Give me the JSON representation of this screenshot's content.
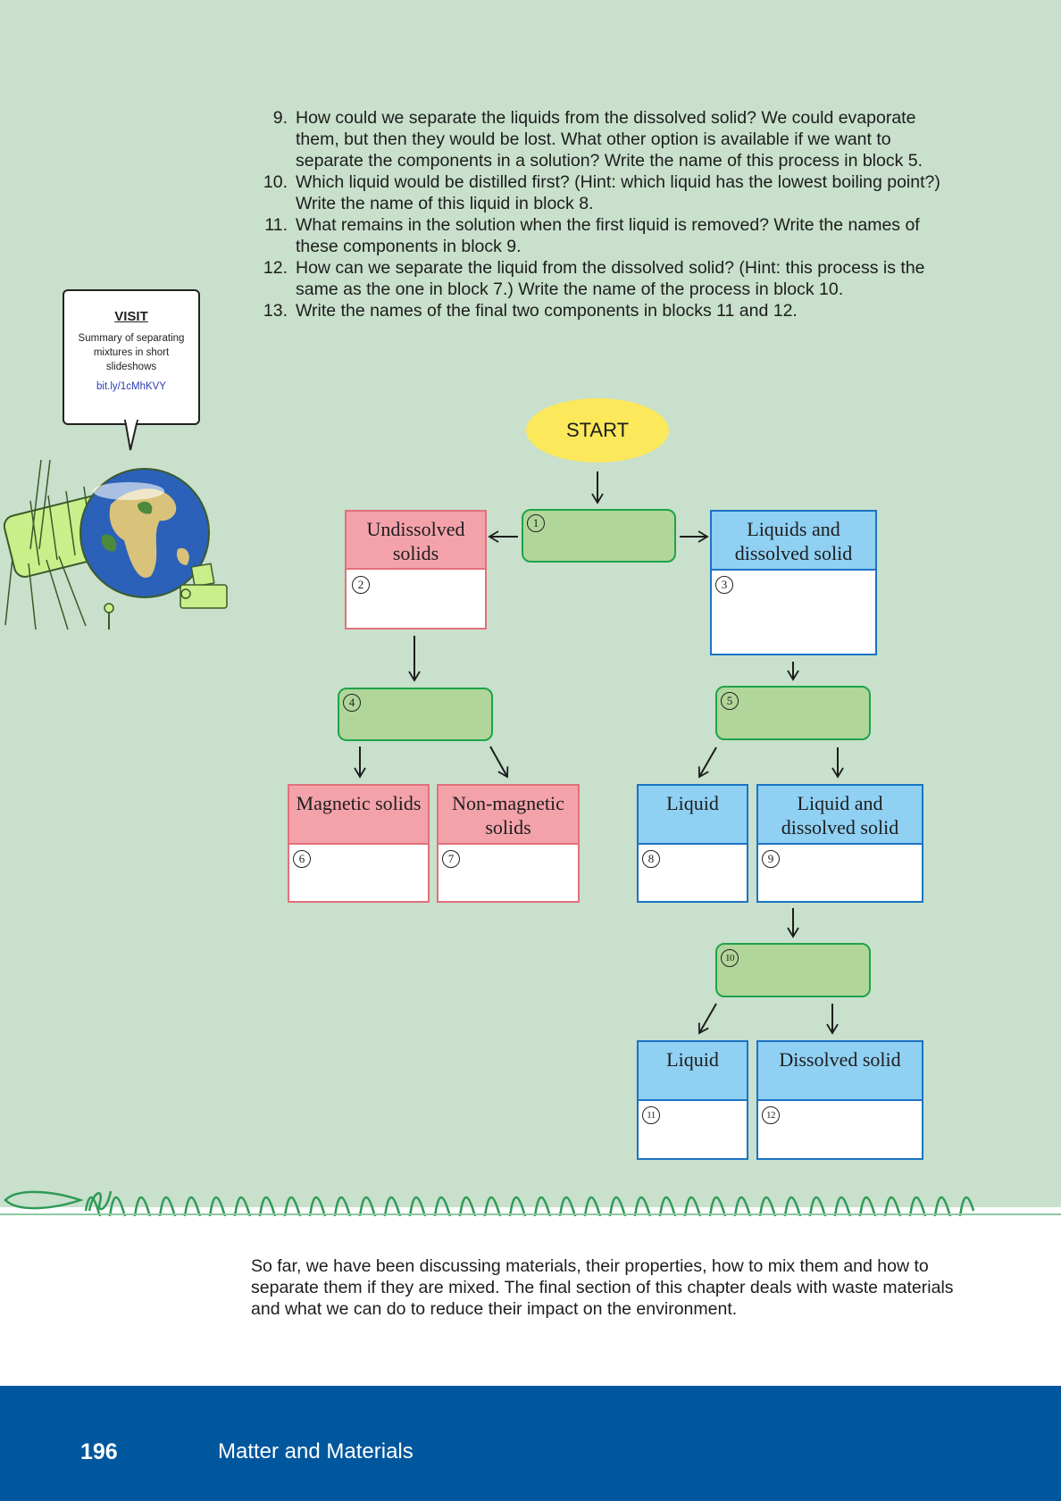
{
  "questions": [
    {
      "num": "9.",
      "text": "How could we separate the liquids from the dissolved solid? We could evaporate them, but then they would be lost. What other option is available if we want to separate the components in a solution? Write the name of this process in block 5."
    },
    {
      "num": "10.",
      "text": "Which liquid would be distilled first? (Hint: which liquid has the lowest boiling point?) Write the name of this liquid in block 8."
    },
    {
      "num": "11.",
      "text": "What remains in the solution when the first liquid is removed? Write the names of these components in block 9."
    },
    {
      "num": "12.",
      "text": "How can we separate the liquid from the dissolved solid? (Hint: this process is the same as the one in block 7.) Write the name of the process in block 10."
    },
    {
      "num": "13.",
      "text": "Write the names of the final two components in blocks 11 and 12."
    }
  ],
  "visit": {
    "title": "VISIT",
    "description": "Summary of separating mixtures in short slideshows",
    "link": "bit.ly/1cMhKVY"
  },
  "flowchart": {
    "start": "START",
    "undissolved": "Undissolved solids",
    "liquids_dissolved": "Liquids and dissolved solid",
    "magnetic": "Magnetic solids",
    "non_magnetic": "Non-magnetic solids",
    "liquid_a": "Liquid",
    "liquid_dissolved": "Liquid and dissolved solid",
    "liquid_b": "Liquid",
    "dissolved_solid": "Dissolved solid",
    "numbers": [
      "1",
      "2",
      "3",
      "4",
      "5",
      "6",
      "7",
      "8",
      "9",
      "10",
      "11",
      "12"
    ]
  },
  "colors": {
    "page_green": "#c8e0cc",
    "process_fill": "#b1d69a",
    "process_border": "#1ea34a",
    "red_head": "#f4a2aa",
    "red_border": "#e2707c",
    "blue_head": "#8fd0f3",
    "blue_border": "#1a73c4",
    "start_fill": "#fbe85b",
    "footer_blue": "#00579e"
  },
  "closing_text": "So far, we have been discussing materials, their properties, how to mix them and how to separate them if they are mixed. The final section of this chapter deals with waste materials and what we can do to reduce their impact on the environment.",
  "footer": {
    "page_number": "196",
    "chapter": "Matter and Materials"
  }
}
